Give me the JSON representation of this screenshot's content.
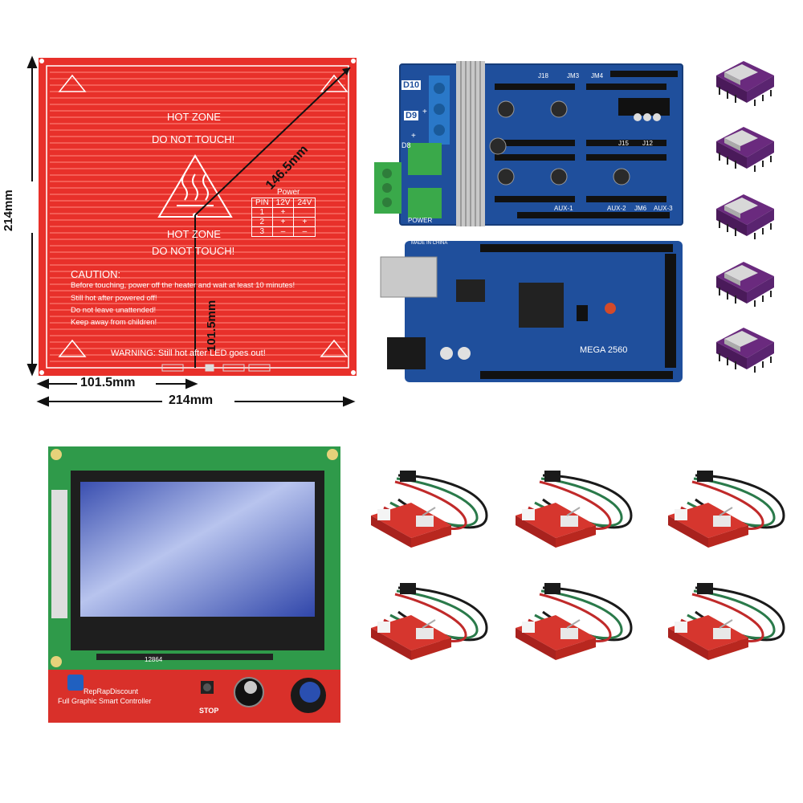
{
  "heatbed": {
    "hot_zone_1": "HOT ZONE",
    "do_not_touch_1": "DO NOT TOUCH!",
    "hot_zone_2": "HOT ZONE",
    "do_not_touch_2": "DO NOT TOUCH!",
    "caution_title": "CAUTION:",
    "caution_1": "Before touching, power off the heater and wait at least 10 minutes!",
    "caution_2": "Still hot after powered off!",
    "caution_3": "Do not leave unattended!",
    "caution_4": "Keep away from children!",
    "warning": "WARNING: Still hot after LED goes out!",
    "power_table": {
      "title": "Power",
      "header": [
        "PIN",
        "12V",
        "24V"
      ],
      "rows": [
        [
          "1",
          "+",
          ""
        ],
        [
          "2",
          "+",
          "+"
        ],
        [
          "3",
          "–",
          "–"
        ]
      ]
    },
    "colors": {
      "board": "#e8302a",
      "lines": "#ffffff"
    }
  },
  "dimensions": {
    "height_total": "214mm",
    "width_total": "214mm",
    "width_half": "101.5mm",
    "height_half": "101.5mm",
    "diagonal": "146.5mm"
  },
  "ramps": {
    "labels": [
      "D10",
      "D9",
      "D8"
    ],
    "headers": [
      "J18",
      "JM3",
      "JM4",
      "J15",
      "J12",
      "AUX-1",
      "AUX-2",
      "JM6",
      "AUX-3"
    ],
    "power_label": "POWER",
    "color": "#1f4f9c"
  },
  "mega": {
    "label": "MEGA 2560",
    "made_in": "MADE IN CHINA",
    "color": "#1f4f9c"
  },
  "drivers": {
    "count": 5,
    "color": "#6a2a7e"
  },
  "lcd": {
    "model": "12864",
    "brand": "RepRapDiscount",
    "product": "Full Graphic Smart Controller",
    "stop": "STOP"
  },
  "endstops": {
    "count": 6,
    "color": "#d6362e"
  }
}
